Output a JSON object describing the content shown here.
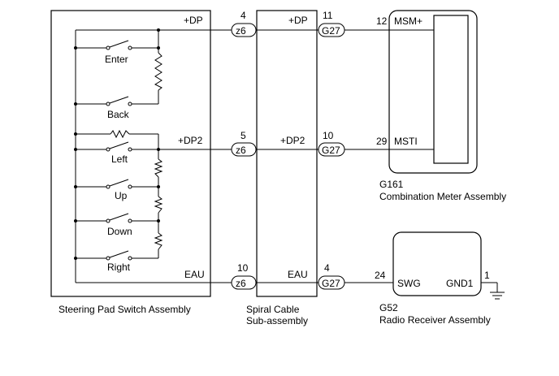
{
  "components": {
    "steering": {
      "name": "Steering Pad Switch Assembly",
      "switches": [
        "Enter",
        "Back",
        "Left",
        "Up",
        "Down",
        "Right"
      ],
      "pins": [
        "+DP",
        "+DP2",
        "EAU"
      ]
    },
    "spiral": {
      "name_line1": "Spiral Cable",
      "name_line2": "Sub-assembly",
      "left_pins": [
        "4",
        "5",
        "10"
      ],
      "left_connector": "z6",
      "right_pins": [
        "11",
        "10",
        "4"
      ],
      "right_connector": "G27",
      "labels": [
        "+DP",
        "+DP2",
        "EAU"
      ]
    },
    "meter": {
      "code": "G161",
      "name": "Combination Meter Assembly",
      "pins": [
        {
          "num": "12",
          "name": "MSM+"
        },
        {
          "num": "29",
          "name": "MSTI"
        }
      ]
    },
    "radio": {
      "code": "G52",
      "name": "Radio Receiver Assembly",
      "pins": [
        {
          "num": "24",
          "name": "SWG"
        },
        {
          "num": "1",
          "name": "GND1"
        }
      ]
    }
  }
}
